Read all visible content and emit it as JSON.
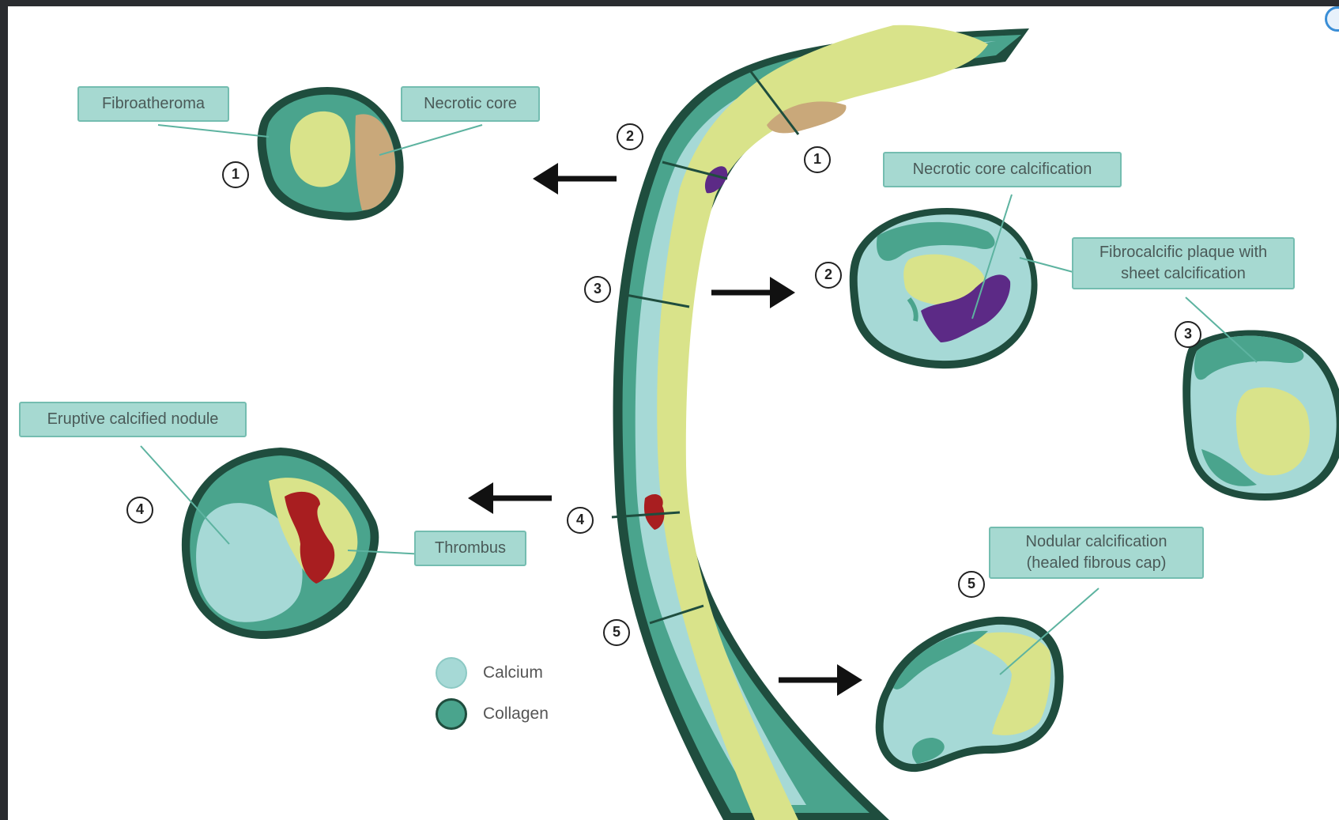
{
  "labels": {
    "fibroatheroma": "Fibroatheroma",
    "necrotic_core": "Necrotic core",
    "necrotic_core_calcification": "Necrotic core calcification",
    "fibrocalcific_line1": "Fibrocalcific plaque with",
    "fibrocalcific_line2": "sheet calcification",
    "eruptive_calcified_nodule": "Eruptive calcified nodule",
    "thrombus": "Thrombus",
    "nodular_line1": "Nodular calcification",
    "nodular_line2": "(healed fibrous cap)"
  },
  "markers": {
    "one": "1",
    "two": "2",
    "three": "3",
    "four": "4",
    "five": "5"
  },
  "legend": {
    "calcium": "Calcium",
    "collagen": "Collagen"
  },
  "colors": {
    "calcium": "#a6d9d6",
    "collagen": "#4aa48d",
    "outline": "#1f4d3e",
    "lipid": "#d9e38a",
    "necrotic": "#c9a87a",
    "calcified_core": "#5c2a86",
    "thrombus": "#a81e20",
    "arrow": "#111111"
  }
}
